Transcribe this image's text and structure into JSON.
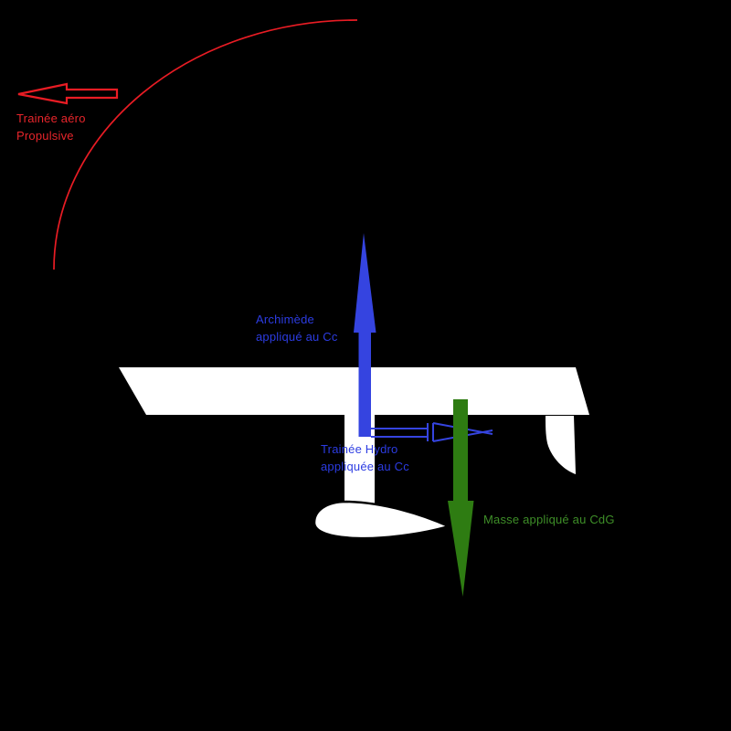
{
  "diagram": {
    "description": "Force diagram of a hydrofoil boat on black background",
    "colors": {
      "background": "#000000",
      "red": "#e81c24",
      "blue": "#3544e0",
      "blue_text": "#2c3ce2",
      "green": "#2e7c12",
      "green_text": "#3e8e28",
      "hull_white": "#ffffff",
      "outline_black": "#000000"
    },
    "labels": {
      "traine_aero": {
        "line1": "Trainée aéro",
        "line2": "Propulsive"
      },
      "archimede": {
        "line1": "Archimède",
        "line2": "appliqué au Cc"
      },
      "traine_hydro": {
        "line1": "Trainée Hydro",
        "line2": "appliquée au Cc"
      },
      "masse": {
        "line1": "Masse appliqué au CdG"
      }
    },
    "shapes": {
      "aero_drag_arc": "thin red quarter-ellipse arc from top center to left side",
      "aero_drag_arrow": "hollow red arrow pointing left",
      "buoyancy_arrow": "solid blue arrow pointing up, applied at Cc",
      "hydro_drag_arrow": "hollow blue arrow pointing right, applied at Cc",
      "weight_arrow": "solid green arrow pointing down, applied at CdG",
      "hull": "white slab hull seen from the side",
      "foil_strut": "white vertical strut under the hull",
      "foil": "white airfoil-section foil under the strut",
      "rudder": "white rudder blade at the stern"
    }
  }
}
